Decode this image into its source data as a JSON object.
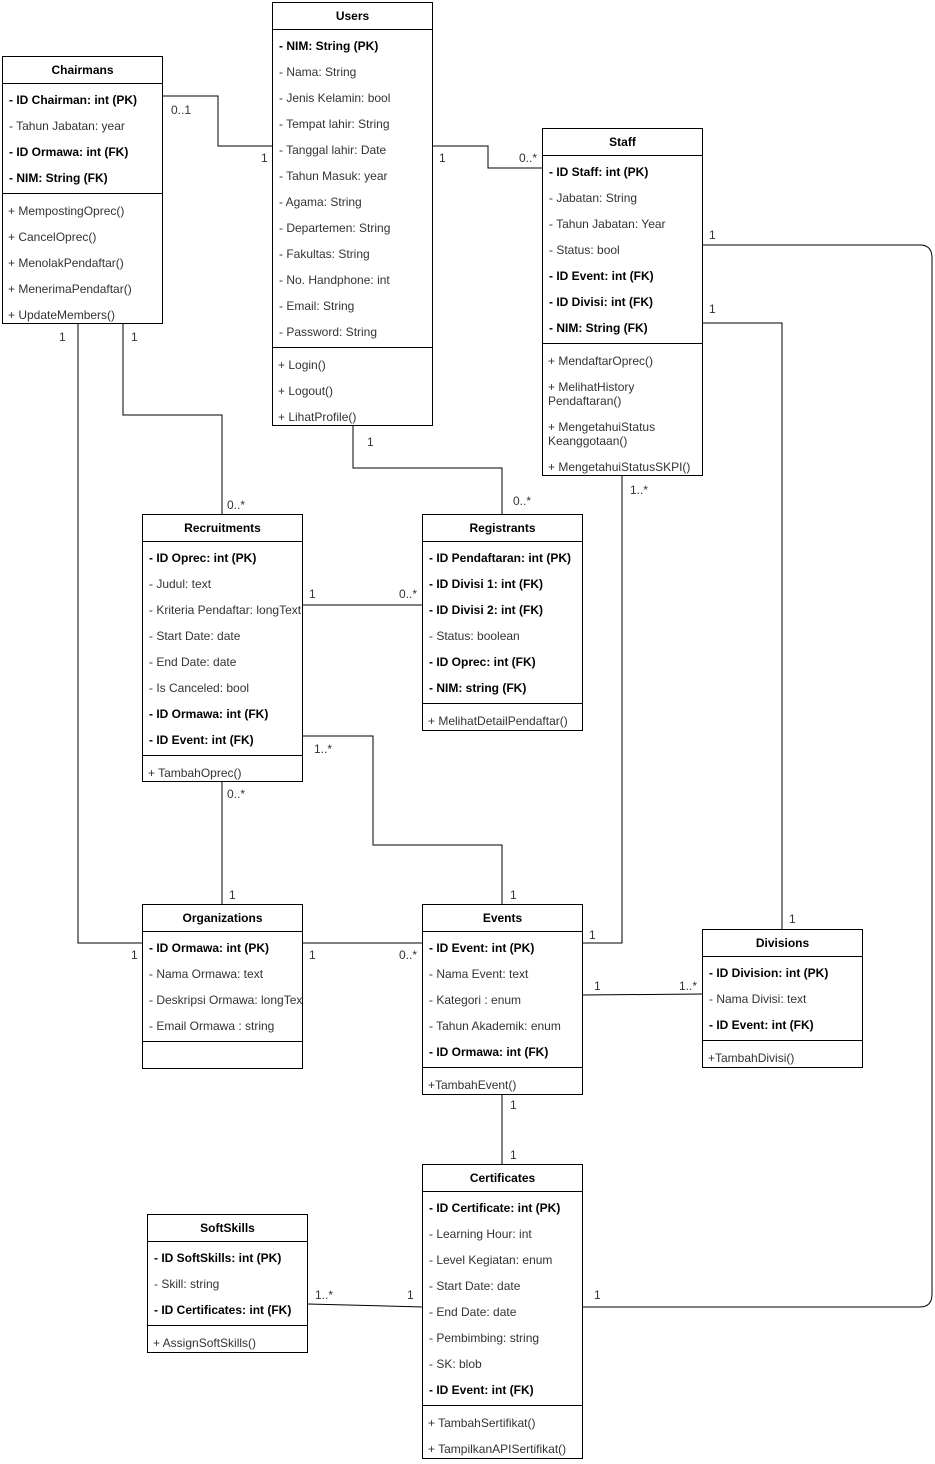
{
  "classes": [
    {
      "id": "users",
      "title": "Users",
      "attrs": [
        {
          "t": "- NIM: String (PK)",
          "b": true
        },
        {
          "t": "- Nama: String",
          "b": false
        },
        {
          "t": "- Jenis Kelamin: bool",
          "b": false
        },
        {
          "t": "- Tempat lahir: String",
          "b": false
        },
        {
          "t": "- Tanggal lahir: Date",
          "b": false
        },
        {
          "t": "- Tahun Masuk: year",
          "b": false
        },
        {
          "t": "- Agama: String",
          "b": false
        },
        {
          "t": "- Departemen: String",
          "b": false
        },
        {
          "t": "- Fakultas: String",
          "b": false
        },
        {
          "t": "- No. Handphone: int",
          "b": false
        },
        {
          "t": "- Email: String",
          "b": false
        },
        {
          "t": "- Password: String",
          "b": false
        }
      ],
      "ops": [
        "+ Login()",
        "+ Logout()",
        "+ LihatProfile()"
      ]
    },
    {
      "id": "chairmans",
      "title": "Chairmans",
      "attrs": [
        {
          "t": "- ID Chairman: int (PK)",
          "b": true
        },
        {
          "t": "- Tahun Jabatan: year",
          "b": false
        },
        {
          "t": "- ID Ormawa: int (FK)",
          "b": true
        },
        {
          "t": "- NIM: String (FK)",
          "b": true
        }
      ],
      "ops": [
        "+ MempostingOprec()",
        "+ CancelOprec()",
        "+ MenolakPendaftar()",
        "+ MenerimaPendaftar()",
        "+ UpdateMembers()"
      ]
    },
    {
      "id": "staff",
      "title": "Staff",
      "attrs": [
        {
          "t": "- ID Staff: int (PK)",
          "b": true
        },
        {
          "t": "- Jabatan: String",
          "b": false
        },
        {
          "t": "- Tahun Jabatan: Year",
          "b": false
        },
        {
          "t": "- Status: bool",
          "b": false
        },
        {
          "t": "- ID Event: int (FK)",
          "b": true
        },
        {
          "t": "- ID Divisi: int (FK)",
          "b": true
        },
        {
          "t": "- NIM: String (FK)",
          "b": true
        }
      ],
      "ops": [
        "+ MendaftarOprec()",
        "+ MelihatHistory Pendaftaran()",
        "+ MengetahuiStatus Keanggotaan()",
        "+ MengetahuiStatusSKPI()"
      ]
    },
    {
      "id": "recruitments",
      "title": "Recruitments",
      "attrs": [
        {
          "t": "- ID Oprec: int (PK)",
          "b": true
        },
        {
          "t": "- Judul: text",
          "b": false
        },
        {
          "t": "- Kriteria Pendaftar: longText",
          "b": false
        },
        {
          "t": "- Start Date: date",
          "b": false
        },
        {
          "t": "- End Date: date",
          "b": false
        },
        {
          "t": "- Is Canceled: bool",
          "b": false
        },
        {
          "t": "- ID Ormawa: int (FK)",
          "b": true
        },
        {
          "t": "- ID Event: int (FK)",
          "b": true
        }
      ],
      "ops": [
        "+ TambahOprec()"
      ]
    },
    {
      "id": "registrants",
      "title": "Registrants",
      "attrs": [
        {
          "t": "- ID Pendaftaran: int (PK)",
          "b": true
        },
        {
          "t": "- ID Divisi 1: int (FK)",
          "b": true
        },
        {
          "t": "- ID Divisi 2: int (FK)",
          "b": true
        },
        {
          "t": "- Status: boolean",
          "b": false
        },
        {
          "t": "- ID Oprec: int (FK)",
          "b": true
        },
        {
          "t": "- NIM: string (FK)",
          "b": true
        }
      ],
      "ops": [
        "+ MelihatDetailPendaftar()"
      ]
    },
    {
      "id": "organizations",
      "title": "Organizations",
      "attrs": [
        {
          "t": "- ID Ormawa: int (PK)",
          "b": true
        },
        {
          "t": "- Nama Ormawa: text",
          "b": false
        },
        {
          "t": "- Deskripsi Ormawa: longText",
          "b": false
        },
        {
          "t": "- Email Ormawa : string",
          "b": false
        }
      ],
      "ops": [
        ""
      ]
    },
    {
      "id": "events",
      "title": "Events",
      "attrs": [
        {
          "t": "- ID Event: int (PK)",
          "b": true
        },
        {
          "t": "- Nama Event: text",
          "b": false
        },
        {
          "t": "- Kategori : enum",
          "b": false
        },
        {
          "t": "- Tahun Akademik: enum",
          "b": false
        },
        {
          "t": "- ID Ormawa: int (FK)",
          "b": true
        }
      ],
      "ops": [
        "+TambahEvent()"
      ]
    },
    {
      "id": "divisions",
      "title": "Divisions",
      "attrs": [
        {
          "t": "- ID Division: int (PK)",
          "b": true
        },
        {
          "t": "- Nama Divisi: text",
          "b": false
        },
        {
          "t": "- ID Event: int (FK)",
          "b": true
        }
      ],
      "ops": [
        "+TambahDivisi()"
      ]
    },
    {
      "id": "certificates",
      "title": "Certificates",
      "attrs": [
        {
          "t": "- ID Certificate: int (PK)",
          "b": true
        },
        {
          "t": "- Learning Hour: int",
          "b": false
        },
        {
          "t": "- Level Kegiatan: enum",
          "b": false
        },
        {
          "t": "- Start Date: date",
          "b": false
        },
        {
          "t": "- End Date: date",
          "b": false
        },
        {
          "t": "- Pembimbing: string",
          "b": false
        },
        {
          "t": "- SK: blob",
          "b": false
        },
        {
          "t": "- ID Event: int (FK)",
          "b": true
        }
      ],
      "ops": [
        "+ TambahSertifikat()",
        "+ TampilkanAPISertifikat()"
      ]
    },
    {
      "id": "softskills",
      "title": "SoftSkills",
      "attrs": [
        {
          "t": "- ID SoftSkills: int (PK)",
          "b": true
        },
        {
          "t": "- Skill: string",
          "b": false
        },
        {
          "t": "- ID Certificates: int (FK)",
          "b": true
        }
      ],
      "ops": [
        "+ AssignSoftSkills()"
      ]
    }
  ],
  "multiplicities": [
    {
      "id": "m-chair-users-a",
      "text": "0..1"
    },
    {
      "id": "m-chair-users-b",
      "text": "1"
    },
    {
      "id": "m-users-staff-a",
      "text": "1"
    },
    {
      "id": "m-users-staff-b",
      "text": "0..*"
    },
    {
      "id": "m-staff-cert-a",
      "text": "1"
    },
    {
      "id": "m-staff-div-a",
      "text": "1"
    },
    {
      "id": "m-chair-org-a",
      "text": "1"
    },
    {
      "id": "m-chair-rec-a",
      "text": "1"
    },
    {
      "id": "m-chair-rec-b",
      "text": "0..*"
    },
    {
      "id": "m-users-reg-a",
      "text": "1"
    },
    {
      "id": "m-users-reg-b",
      "text": "0..*"
    },
    {
      "id": "m-staff-event-a",
      "text": "1..*"
    },
    {
      "id": "m-rec-reg-a",
      "text": "1"
    },
    {
      "id": "m-rec-reg-b",
      "text": "0..*"
    },
    {
      "id": "m-rec-event-a",
      "text": "1..*"
    },
    {
      "id": "m-rec-org-a",
      "text": "0..*"
    },
    {
      "id": "m-rec-org-b",
      "text": "1"
    },
    {
      "id": "m-rec-event-b",
      "text": "1"
    },
    {
      "id": "m-chair-org-b",
      "text": "1"
    },
    {
      "id": "m-org-event-a",
      "text": "1"
    },
    {
      "id": "m-org-event-b",
      "text": "0..*"
    },
    {
      "id": "m-staff-div-b",
      "text": "1"
    },
    {
      "id": "m-staff-event-b",
      "text": "1"
    },
    {
      "id": "m-event-div-a",
      "text": "1"
    },
    {
      "id": "m-event-div-b",
      "text": "1..*"
    },
    {
      "id": "m-event-cert-a",
      "text": "1"
    },
    {
      "id": "m-event-cert-b",
      "text": "1"
    },
    {
      "id": "m-soft-cert-a",
      "text": "1..*"
    },
    {
      "id": "m-soft-cert-b",
      "text": "1"
    },
    {
      "id": "m-staff-cert-b",
      "text": "1"
    }
  ]
}
